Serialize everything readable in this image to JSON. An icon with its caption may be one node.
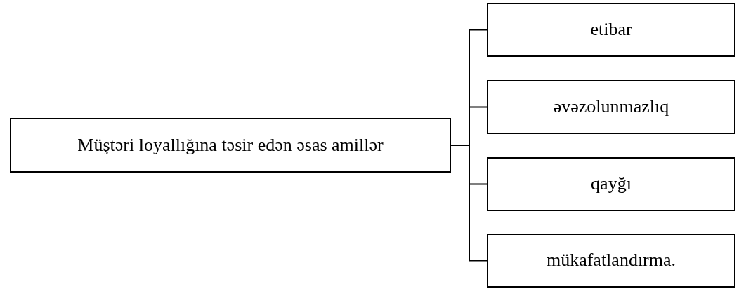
{
  "diagram": {
    "nodes": [
      {
        "text": [
          "Müştəri loyallığına təsir edən əsas amillər"
        ]
      },
      {
        "text": [
          "etibar"
        ]
      },
      {
        "text": [
          "əvəzolunmazlıq"
        ]
      },
      {
        "text": [
          "qayğı"
        ]
      },
      {
        "text": [
          "mükafatlandırma."
        ]
      }
    ],
    "edges": [
      {
        "from": 0,
        "to": 1,
        "arrow": "none"
      },
      {
        "from": 0,
        "to": 2,
        "arrow": "none"
      },
      {
        "from": 0,
        "to": 3,
        "arrow": "none"
      },
      {
        "from": 0,
        "to": 4,
        "arrow": "none"
      }
    ]
  }
}
